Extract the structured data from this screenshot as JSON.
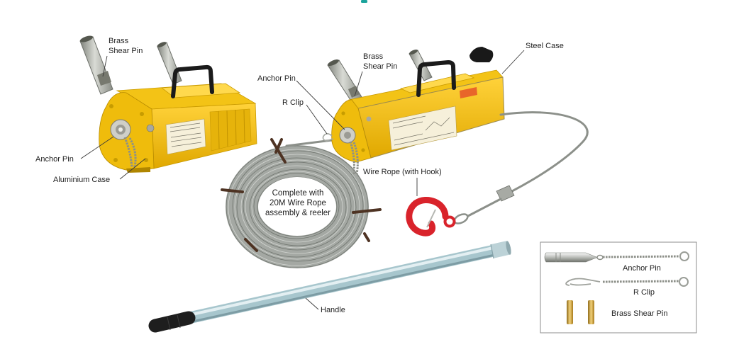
{
  "left_hoist": {
    "brass_shear_pin": [
      "Brass",
      "Shear Pin"
    ],
    "anchor_pin": "Anchor Pin",
    "case": "Aluminium Case"
  },
  "right_hoist": {
    "brass_shear_pin": [
      "Brass",
      "Shear Pin"
    ],
    "anchor_pin": "Anchor Pin",
    "r_clip": "R Clip",
    "case": "Steel Case"
  },
  "wire_rope": {
    "label": "Wire Rope (with Hook)",
    "coil_note": [
      "Complete with",
      "20M Wire Rope",
      "assembly & reeler"
    ]
  },
  "handle": {
    "label": "Handle"
  },
  "accessories_inset": {
    "anchor_pin": "Anchor Pin",
    "r_clip": "R Clip",
    "brass_shear_pin": "Brass Shear Pin"
  },
  "colors": {
    "case_yellow": "#f3c316",
    "hook_red": "#d9232b",
    "handle_pipe": "#a7c6cd",
    "grip_black": "#1e1e1e",
    "reeler_brown": "#4e3323",
    "top_accent": "#1ba39c"
  }
}
